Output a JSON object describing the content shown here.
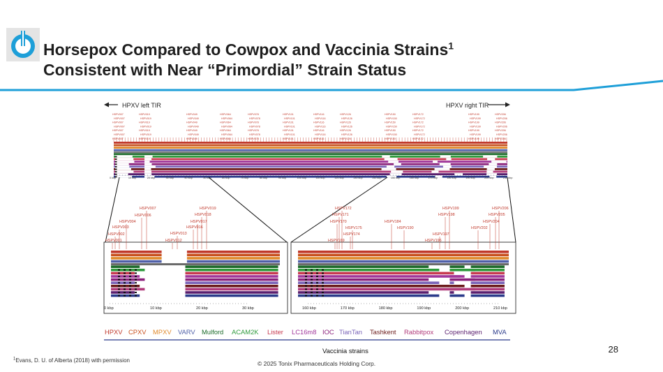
{
  "slide": {
    "title_line1": "Horsepox Compared to Cowpox and Vaccinia Strains",
    "title_line1_sup": "1",
    "title_line2": "Consistent with Near “Primordial” Strain Status",
    "page_number": "28",
    "footnote_marker": "1",
    "footnote_text": "Evans, D. U. of Alberta (2018) with permission",
    "copyright": "© 2025 Tonix Pharmaceuticals Holding Corp.",
    "colors": {
      "accent": "#1e9fd8",
      "title": "#1e1e1e"
    }
  },
  "figure": {
    "left_tir_label": "HPXV left TIR",
    "right_tir_label": "HPXV right TIR",
    "top_axis_ticks": [
      "0 kbp",
      "10 kbp",
      "20 kbp",
      "30 kbp",
      "40 kbp",
      "50 kbp",
      "60 kbp",
      "70 kbp",
      "80 kbp",
      "90 kbp",
      "100 kbp",
      "110 kbp",
      "120 kbp",
      "130 kbp",
      "140 kbp",
      "150 kbp",
      "160 kbp",
      "170 kbp",
      "180 kbp",
      "190 kbp",
      "200 kbp",
      "210 kbp"
    ],
    "left_zoom_labels": [
      "HSPV007",
      "HSPV006",
      "HSPV004",
      "HSPV003",
      "HSPV002",
      "HSPV001",
      "HSPV019",
      "HSPV018",
      "HSPV017",
      "HSPV016",
      "HSPV013",
      "HSPV012"
    ],
    "right_zoom_labels": [
      "HSPV172",
      "HSPV171",
      "HSPV170",
      "HSPV175",
      "HSPV174",
      "HSPV169",
      "HSPV184",
      "HSPV190",
      "HSPV199",
      "HSPV198",
      "HSPV197",
      "HSPV196",
      "HSPV206",
      "HSPV205",
      "HSPV204",
      "HSPV202"
    ],
    "left_axis_ticks": [
      "0 kbp",
      "10 kbp",
      "20 kbp",
      "30 kbp"
    ],
    "right_axis_ticks": [
      "160 kbp",
      "170 kbp",
      "180 kbp",
      "190 kbp",
      "200 kbp",
      "210 kbp"
    ],
    "legend": [
      {
        "name": "HPXV",
        "color": "#c0392b"
      },
      {
        "name": "CPXV",
        "color": "#c8501e"
      },
      {
        "name": "MPXV",
        "color": "#e08a2c"
      },
      {
        "name": "VARV",
        "color": "#5060a8"
      },
      {
        "name": "Mulford",
        "color": "#1c6b2a"
      },
      {
        "name": "ACAM2K",
        "color": "#2e9a3c"
      },
      {
        "name": "Lister",
        "color": "#c73a4f"
      },
      {
        "name": "LC16m8",
        "color": "#a0359a"
      },
      {
        "name": "IOC",
        "color": "#8a1f7a"
      },
      {
        "name": "TianTan",
        "color": "#7a64b8"
      },
      {
        "name": "Tashkent",
        "color": "#6b1b1b"
      },
      {
        "name": "Rabbitpox",
        "color": "#b03a7a"
      },
      {
        "name": "Copenhagen",
        "color": "#5a1e6e"
      },
      {
        "name": "MVA",
        "color": "#2a3a8a"
      }
    ],
    "vaccinia_label": "Vaccinia strains"
  }
}
